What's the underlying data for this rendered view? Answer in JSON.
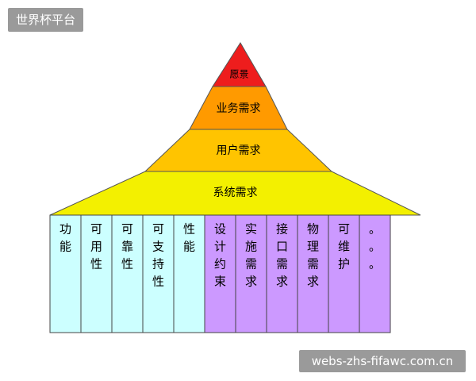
{
  "pyramid": {
    "tiers": [
      {
        "label": "愿景",
        "color": "#ee1d1d"
      },
      {
        "label": "业务需求",
        "color": "#ff9a00"
      },
      {
        "label": "用户需求",
        "color": "#ffc400"
      },
      {
        "label": "系统需求",
        "color": "#f3f000"
      }
    ]
  },
  "columns": [
    {
      "text": "功能",
      "color": "#ccffff"
    },
    {
      "text": "可用性",
      "color": "#ccffff"
    },
    {
      "text": "可靠性",
      "color": "#ccffff"
    },
    {
      "text": "可支持性",
      "color": "#ccffff"
    },
    {
      "text": "性能",
      "color": "#ccffff"
    },
    {
      "text": "设计约束",
      "color": "#cc99ff"
    },
    {
      "text": "实施需求",
      "color": "#cc99ff"
    },
    {
      "text": "接口需求",
      "color": "#cc99ff"
    },
    {
      "text": "物理需求",
      "color": "#cc99ff"
    },
    {
      "text": "可维护",
      "color": "#cc99ff"
    },
    {
      "text": "。。。",
      "color": "#cc99ff"
    }
  ],
  "watermarks": {
    "top": "世界杯平台",
    "bottom": "webs-zhs-fifawc.com.cn"
  }
}
